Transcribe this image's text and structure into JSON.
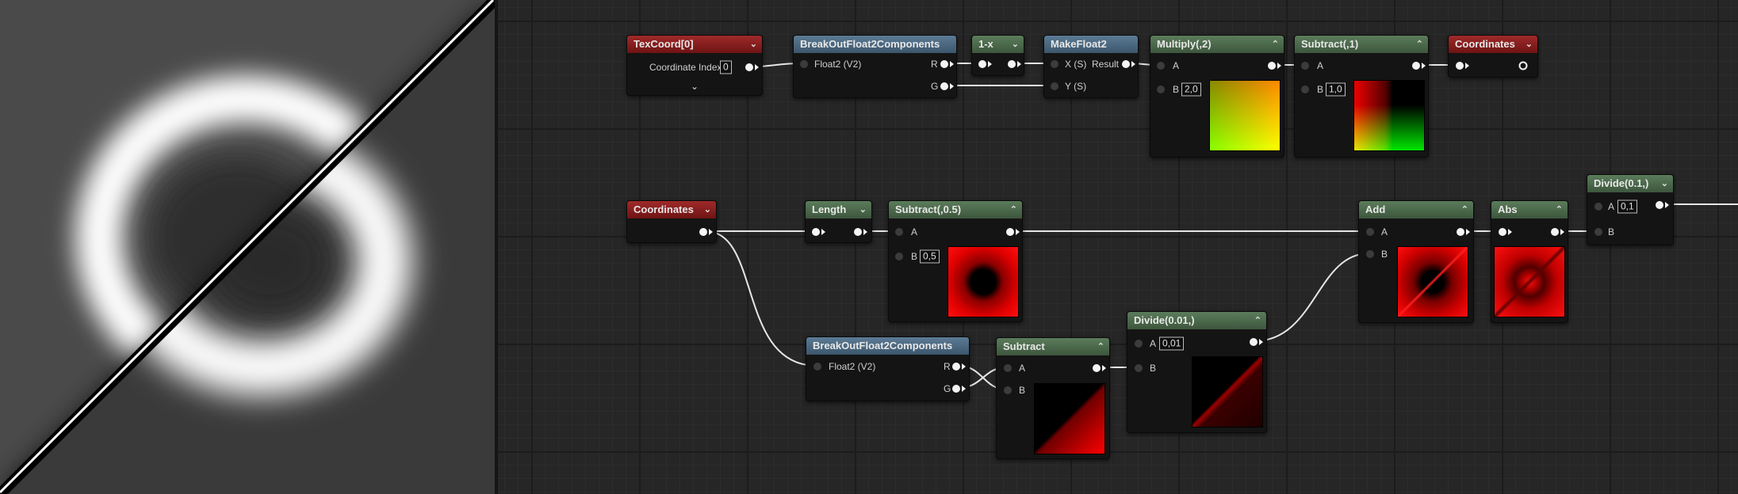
{
  "nodes": {
    "texcoord": {
      "title": "TexCoord[0]",
      "index_label": "Coordinate Index",
      "index_value": "0"
    },
    "breakout1": {
      "title": "BreakOutFloat2Components",
      "input": "Float2 (V2)",
      "out_r": "R",
      "out_g": "G"
    },
    "oneminus": {
      "title": "1-x"
    },
    "makefloat2": {
      "title": "MakeFloat2",
      "in_x": "X (S)",
      "in_y": "Y (S)",
      "out": "Result"
    },
    "multiply": {
      "title": "Multiply(,2)",
      "in_a": "A",
      "in_b": "B",
      "b_value": "2,0"
    },
    "subtract1": {
      "title": "Subtract(,1)",
      "in_a": "A",
      "in_b": "B",
      "b_value": "1,0"
    },
    "coords_out": {
      "title": "Coordinates"
    },
    "coords_in": {
      "title": "Coordinates"
    },
    "length": {
      "title": "Length"
    },
    "subtract05": {
      "title": "Subtract(,0.5)",
      "in_a": "A",
      "in_b": "B",
      "b_value": "0,5"
    },
    "breakout2": {
      "title": "BreakOutFloat2Components",
      "input": "Float2 (V2)",
      "out_r": "R",
      "out_g": "G"
    },
    "subtract": {
      "title": "Subtract",
      "in_a": "A",
      "in_b": "B"
    },
    "divide001": {
      "title": "Divide(0.01,)",
      "in_a": "A",
      "a_value": "0,01",
      "in_b": "B"
    },
    "add": {
      "title": "Add",
      "in_a": "A",
      "in_b": "B"
    },
    "abs": {
      "title": "Abs"
    },
    "divide01": {
      "title": "Divide(0.1,)",
      "in_a": "A",
      "a_value": "0,1",
      "in_b": "B"
    }
  },
  "icons": {
    "collapse": "chevron-up-icon",
    "dropdown": "chevron-down-icon",
    "expand": "chevron-down-icon"
  },
  "colors": {
    "param_header": "#8c1c1c",
    "math_header": "#4a6a4a",
    "struct_header": "#4b6a84",
    "wire": "#e8e8e8",
    "canvas": "#262626"
  }
}
